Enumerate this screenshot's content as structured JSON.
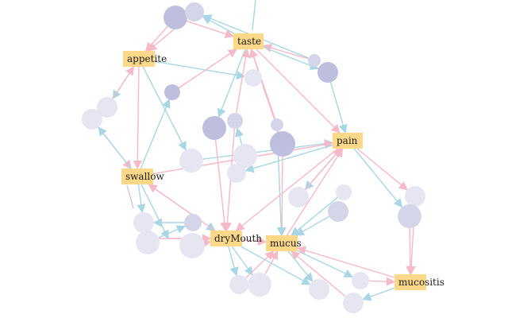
{
  "diagram": {
    "colors": {
      "symptom_fill": "#fdd888",
      "circle_dark": "#bebfdf",
      "circle_mid": "#d5d5e9",
      "circle_light": "#e6e5f2",
      "edge_blue": "#a9d6e5",
      "edge_pink": "#f6b9c7"
    },
    "symptoms": [
      {
        "id": "taste",
        "label": "taste"
      },
      {
        "id": "appetite",
        "label": "appetite"
      },
      {
        "id": "pain",
        "label": "pain"
      },
      {
        "id": "swallow",
        "label": "swallow"
      },
      {
        "id": "dryMouth",
        "label": "dryMouth"
      },
      {
        "id": "mucus",
        "label": "mucus"
      },
      {
        "id": "mucositis",
        "label": "mucositis"
      }
    ],
    "circles": [
      {
        "id": "c1",
        "shade": "dark"
      },
      {
        "id": "c2",
        "shade": "mid"
      },
      {
        "id": "c3",
        "shade": "mid"
      },
      {
        "id": "c4",
        "shade": "dark"
      },
      {
        "id": "c5",
        "shade": "light"
      },
      {
        "id": "c6",
        "shade": "dark"
      },
      {
        "id": "c7",
        "shade": "light"
      },
      {
        "id": "c8",
        "shade": "light"
      },
      {
        "id": "c9",
        "shade": "dark"
      },
      {
        "id": "c10",
        "shade": "mid"
      },
      {
        "id": "c11",
        "shade": "mid"
      },
      {
        "id": "c12",
        "shade": "dark"
      },
      {
        "id": "c13",
        "shade": "light"
      },
      {
        "id": "c14",
        "shade": "light"
      },
      {
        "id": "c15",
        "shade": "light"
      },
      {
        "id": "c16",
        "shade": "light"
      },
      {
        "id": "c17",
        "shade": "light"
      },
      {
        "id": "c18",
        "shade": "mid"
      },
      {
        "id": "c19",
        "shade": "light"
      },
      {
        "id": "c20",
        "shade": "mid"
      },
      {
        "id": "c21",
        "shade": "light"
      },
      {
        "id": "c22",
        "shade": "mid"
      },
      {
        "id": "c23",
        "shade": "light"
      },
      {
        "id": "c24",
        "shade": "light"
      },
      {
        "id": "c25",
        "shade": "mid"
      },
      {
        "id": "c26",
        "shade": "light"
      },
      {
        "id": "c27",
        "shade": "light"
      },
      {
        "id": "c28",
        "shade": "light"
      },
      {
        "id": "c29",
        "shade": "light"
      },
      {
        "id": "c30",
        "shade": "light"
      },
      {
        "id": "c31",
        "shade": "light"
      }
    ],
    "edges": [
      {
        "from": "c1",
        "to": "appetite",
        "color": "pink"
      },
      {
        "from": "c2",
        "to": "appetite",
        "color": "pink"
      },
      {
        "from": "taste",
        "to": "c2",
        "color": "blue"
      },
      {
        "from": "c1",
        "to": "taste",
        "color": "pink"
      },
      {
        "from": "appetite",
        "to": "c5",
        "color": "blue"
      },
      {
        "from": "c3",
        "to": "taste",
        "color": "pink"
      },
      {
        "from": "taste",
        "to": "c4",
        "color": "blue"
      },
      {
        "from": "taste",
        "to": "pain",
        "color": "pink"
      },
      {
        "from": "c4",
        "to": "pain",
        "color": "blue"
      },
      {
        "from": "appetite",
        "to": "c7",
        "color": "blue"
      },
      {
        "from": "c7",
        "to": "appetite",
        "color": "pink"
      },
      {
        "from": "c8",
        "to": "swallow",
        "color": "pink"
      },
      {
        "from": "appetite",
        "to": "swallow",
        "color": "pink"
      },
      {
        "from": "c6",
        "to": "taste",
        "color": "pink"
      },
      {
        "from": "taste",
        "to": "c9",
        "color": "blue"
      },
      {
        "from": "c10",
        "to": "taste",
        "color": "pink"
      },
      {
        "from": "c11",
        "to": "taste",
        "color": "pink"
      },
      {
        "from": "c12",
        "to": "taste",
        "color": "pink"
      },
      {
        "from": "swallow",
        "to": "c8",
        "color": "blue"
      },
      {
        "from": "swallow",
        "to": "c6",
        "color": "blue"
      },
      {
        "from": "appetite",
        "to": "c13",
        "color": "blue"
      },
      {
        "from": "c13",
        "to": "pain",
        "color": "blue"
      },
      {
        "from": "swallow",
        "to": "pain",
        "color": "pink"
      },
      {
        "from": "pain",
        "to": "c15",
        "color": "blue"
      },
      {
        "from": "c14",
        "to": "c10",
        "color": "blue"
      },
      {
        "from": "c9",
        "to": "dryMouth",
        "color": "pink"
      },
      {
        "from": "c10",
        "to": "dryMouth",
        "color": "pink"
      },
      {
        "from": "c12",
        "to": "mucus",
        "color": "pink"
      },
      {
        "from": "c11",
        "to": "mucus",
        "color": "blue"
      },
      {
        "from": "pain",
        "to": "c16",
        "color": "blue"
      },
      {
        "from": "c18",
        "to": "mucus",
        "color": "blue"
      },
      {
        "from": "c17",
        "to": "mucus",
        "color": "blue"
      },
      {
        "from": "pain",
        "to": "dryMouth",
        "color": "pink"
      },
      {
        "from": "pain",
        "to": "c20",
        "color": "blue"
      },
      {
        "from": "pain",
        "to": "c19",
        "color": "pink"
      },
      {
        "from": "c20",
        "to": "mucositis",
        "color": "pink"
      },
      {
        "from": "c19",
        "to": "mucositis",
        "color": "pink"
      },
      {
        "from": "mucus",
        "to": "pain",
        "color": "pink"
      },
      {
        "from": "swallow",
        "to": "c21",
        "color": "blue"
      },
      {
        "from": "swallow",
        "to": "dryMouth",
        "color": "blue"
      },
      {
        "from": "dryMouth",
        "to": "swallow",
        "color": "pink"
      },
      {
        "from": "c22",
        "to": "c21",
        "color": "blue"
      },
      {
        "from": "c23",
        "to": "c22",
        "color": "blue"
      },
      {
        "from": "c25",
        "to": "dryMouth",
        "color": "pink"
      },
      {
        "from": "c24",
        "to": "dryMouth",
        "color": "pink"
      },
      {
        "from": "dryMouth",
        "to": "mucus",
        "color": "pink"
      },
      {
        "from": "dryMouth",
        "to": "c26",
        "color": "blue"
      },
      {
        "from": "dryMouth",
        "to": "c27",
        "color": "blue"
      },
      {
        "from": "c27",
        "to": "mucus",
        "color": "pink"
      },
      {
        "from": "c26",
        "to": "mucus",
        "color": "pink"
      },
      {
        "from": "mucus",
        "to": "c28",
        "color": "blue"
      },
      {
        "from": "dryMouth",
        "to": "c28",
        "color": "blue"
      },
      {
        "from": "mucus",
        "to": "c29",
        "color": "blue"
      },
      {
        "from": "c29",
        "to": "mucositis",
        "color": "pink"
      },
      {
        "from": "mucositis",
        "to": "c30",
        "color": "blue"
      },
      {
        "from": "c30",
        "to": "mucus",
        "color": "pink"
      },
      {
        "from": "mucositis",
        "to": "mucus",
        "color": "pink"
      },
      {
        "from": "c31",
        "to": "dryMouth",
        "color": "pink"
      },
      {
        "from": "c16",
        "to": "pain",
        "color": "pink"
      },
      {
        "from": "swallow",
        "to": "c25",
        "color": "blue"
      },
      {
        "from": "c3",
        "to": "c2",
        "color": "blue"
      }
    ]
  }
}
